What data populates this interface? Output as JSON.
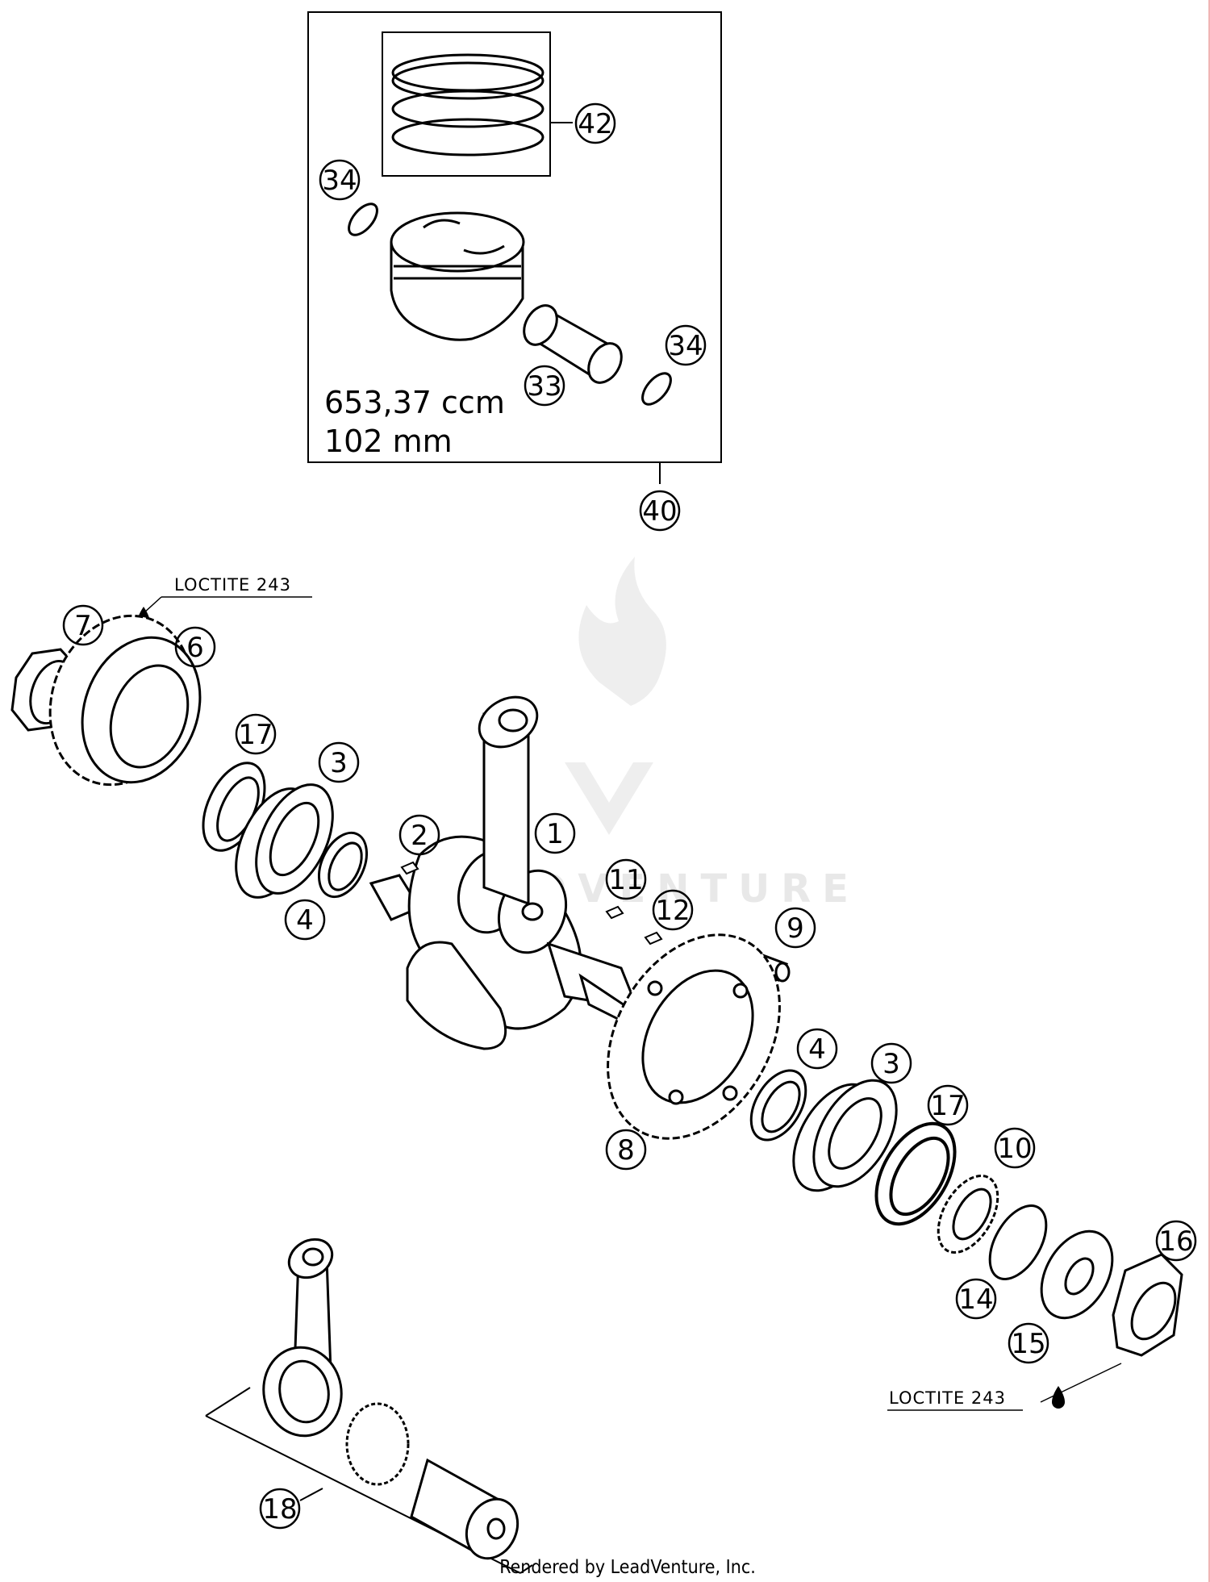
{
  "piston_kit": {
    "displacement": "653,37 ccm",
    "bore": "102 mm"
  },
  "callouts": {
    "c42": "42",
    "c34a": "34",
    "c34b": "34",
    "c33": "33",
    "c40": "40",
    "c7": "7",
    "c6": "6",
    "c17a": "17",
    "c3a": "3",
    "c2": "2",
    "c1": "1",
    "c4a": "4",
    "c11": "11",
    "c12": "12",
    "c9": "9",
    "c4b": "4",
    "c3b": "3",
    "c17b": "17",
    "c10": "10",
    "c8": "8",
    "c16": "16",
    "c14": "14",
    "c15": "15",
    "c18": "18"
  },
  "notes": {
    "loctite_top": "LOCTITE 243",
    "loctite_bottom": "LOCTITE 243"
  },
  "footer": "Rendered by LeadVenture, Inc."
}
